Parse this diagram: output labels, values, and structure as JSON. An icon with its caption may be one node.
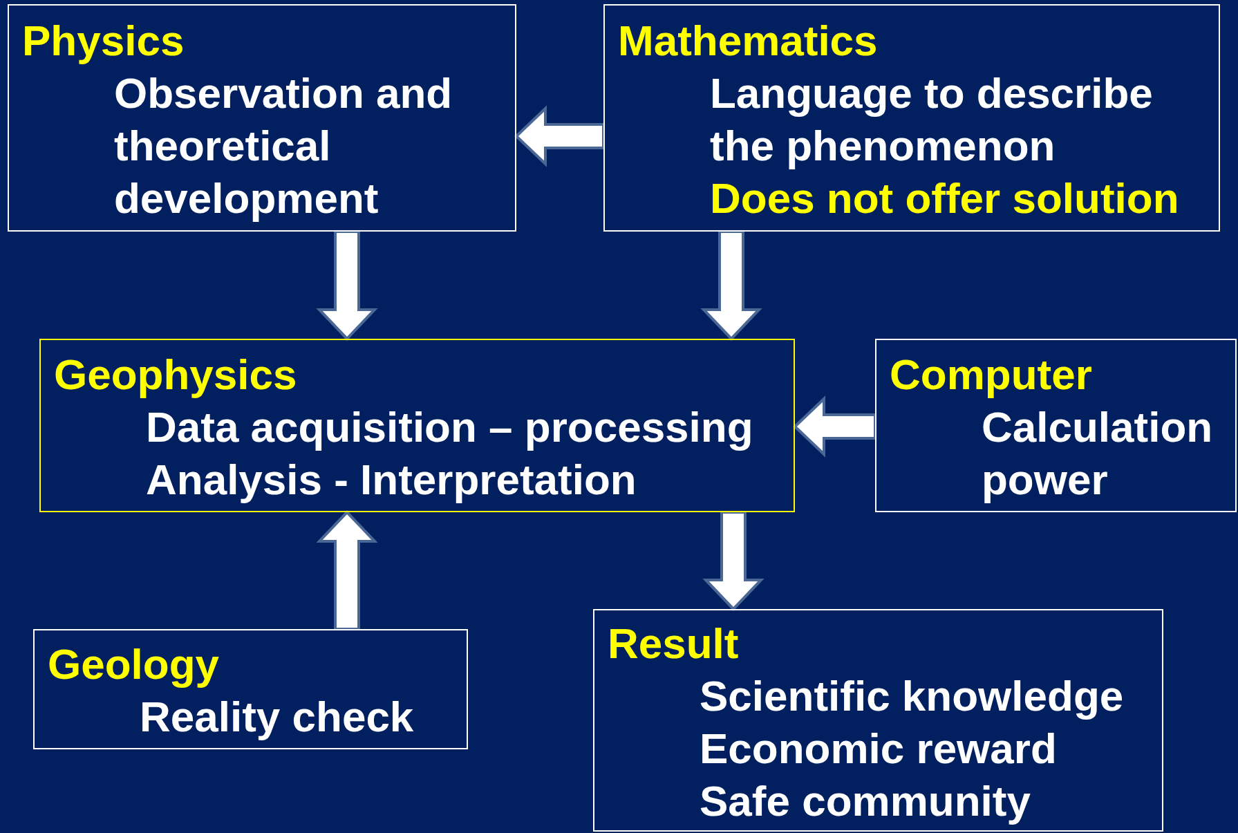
{
  "diagram": {
    "nodes": [
      {
        "text": [
          "Physics",
          "Observation and theoretical development"
        ]
      },
      {
        "text": [
          "Mathematics",
          "Language to describe the phenomenon",
          "Does not offer solution"
        ]
      },
      {
        "text": [
          "Geophysics",
          "Data acquisition – processing",
          "Analysis - Interpretation"
        ]
      },
      {
        "text": [
          "Computer",
          "Calculation power"
        ]
      },
      {
        "text": [
          "Geology",
          "Reality check"
        ]
      },
      {
        "text": [
          "Result",
          "Scientific knowledge",
          "Economic reward",
          "Safe community"
        ]
      }
    ],
    "edges": [
      {
        "from": 1,
        "to": 0,
        "arrow": "to"
      },
      {
        "from": 0,
        "to": 2,
        "arrow": "to"
      },
      {
        "from": 1,
        "to": 2,
        "arrow": "to"
      },
      {
        "from": 3,
        "to": 2,
        "arrow": "to"
      },
      {
        "from": 2,
        "to": 5,
        "arrow": "to"
      },
      {
        "from": 4,
        "to": 2,
        "arrow": "to"
      }
    ]
  }
}
